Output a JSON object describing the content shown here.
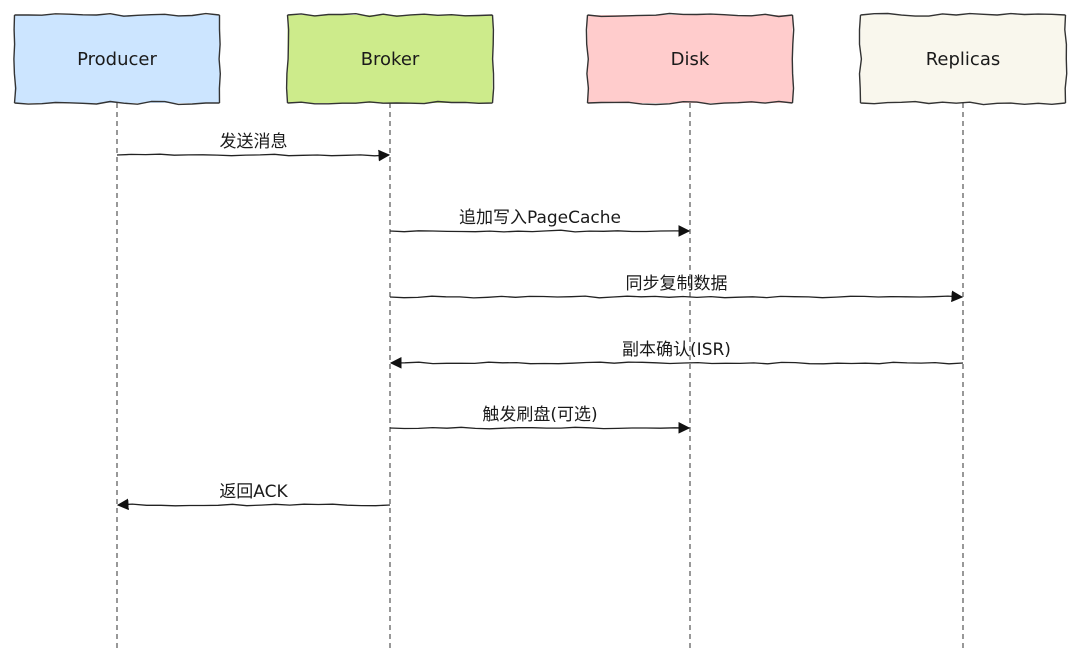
{
  "actors": [
    {
      "id": "producer",
      "label": "Producer",
      "fill": "#cce5ff"
    },
    {
      "id": "broker",
      "label": "Broker",
      "fill": "#cdeb8b"
    },
    {
      "id": "disk",
      "label": "Disk",
      "fill": "#ffcccc"
    },
    {
      "id": "replicas",
      "label": "Replicas",
      "fill": "#f9f7ed"
    }
  ],
  "messages": [
    {
      "from": "producer",
      "to": "broker",
      "label": "发送消息"
    },
    {
      "from": "broker",
      "to": "disk",
      "label": "追加写入PageCache"
    },
    {
      "from": "broker",
      "to": "replicas",
      "label": "同步复制数据"
    },
    {
      "from": "replicas",
      "to": "broker",
      "label": "副本确认(ISR)"
    },
    {
      "from": "broker",
      "to": "disk",
      "label": "触发刷盘(可选)"
    },
    {
      "from": "broker",
      "to": "producer",
      "label": "返回ACK"
    }
  ],
  "colors": {
    "stroke": "#333333",
    "lifeline": "#555555"
  }
}
